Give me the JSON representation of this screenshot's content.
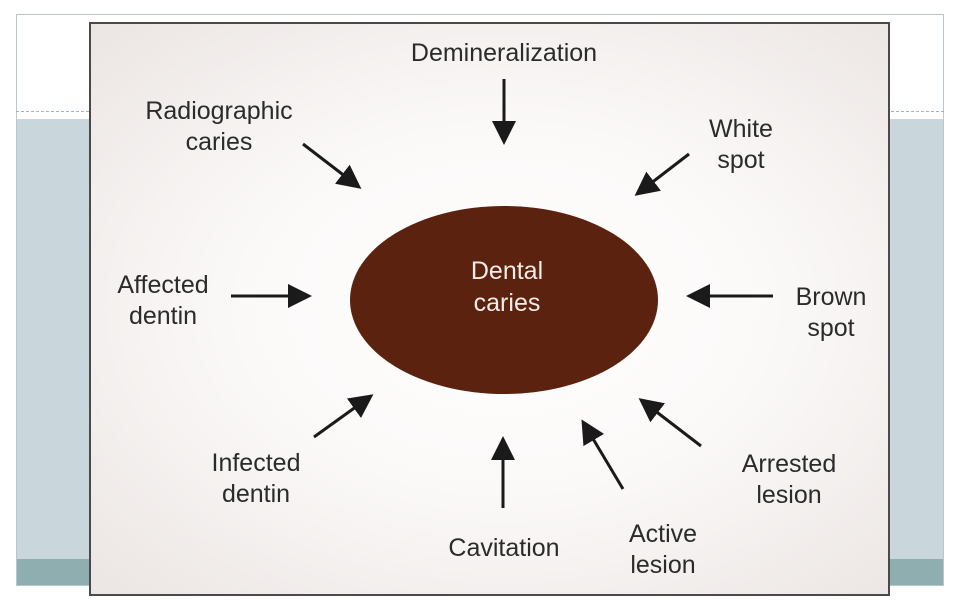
{
  "diagram": {
    "center": {
      "lines": [
        "Dental",
        "caries"
      ],
      "fill": "#5c2210"
    },
    "terms": {
      "demineralization": [
        "Demineralization"
      ],
      "radiographic_caries": [
        "Radiographic",
        "caries"
      ],
      "white_spot": [
        "White",
        "spot"
      ],
      "affected_dentin": [
        "Affected",
        "dentin"
      ],
      "brown_spot": [
        "Brown",
        "spot"
      ],
      "infected_dentin": [
        "Infected",
        "dentin"
      ],
      "arrested_lesion": [
        "Arrested",
        "lesion"
      ],
      "cavitation": [
        "Cavitation"
      ],
      "active_lesion": [
        "Active",
        "lesion"
      ]
    },
    "arrow_color": "#1a1a1a"
  }
}
